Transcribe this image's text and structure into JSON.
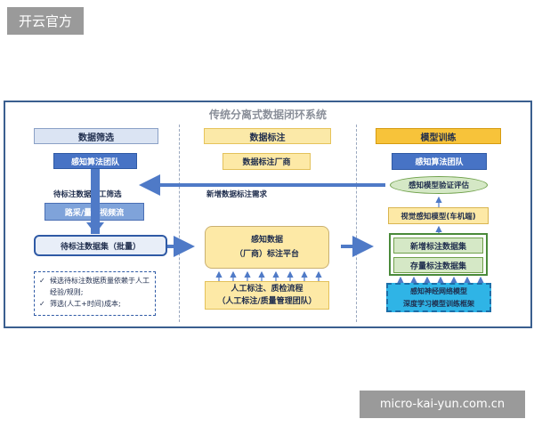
{
  "watermark": {
    "top": "开云官方",
    "bottom": "micro-kai-yun.com.cn"
  },
  "diagram": {
    "title": "传统分离式数据闭环系统",
    "col1": {
      "header": "数据筛选",
      "team": "感知算法团队",
      "filter_label": "待标注数据人工筛选",
      "stream": "路采/量产视频流",
      "batch": "待标注数据集（批量）",
      "notes": [
        "候选待标注数据质量依赖于人工经验/规则;",
        "筛选(人工+时间)成本;"
      ]
    },
    "col2": {
      "header": "数据标注",
      "vendor": "数据标注厂商",
      "demand_label": "新增数据标注需求",
      "platform_line1": "感知数据",
      "platform_line2": "（厂商）标注平台",
      "process_line1": "人工标注、质检流程",
      "process_line2": "（人工标注/质量管理团队）"
    },
    "col3": {
      "header": "模型训练",
      "team": "感知算法团队",
      "eval": "感知模型验证评估",
      "vision_model": "视觉感知模型(车机端)",
      "new_dataset": "新增标注数据集",
      "stock_dataset": "存量标注数据集",
      "framework_line1": "感知神经网络模型",
      "framework_line2": "深度学习模型训练框架"
    }
  }
}
